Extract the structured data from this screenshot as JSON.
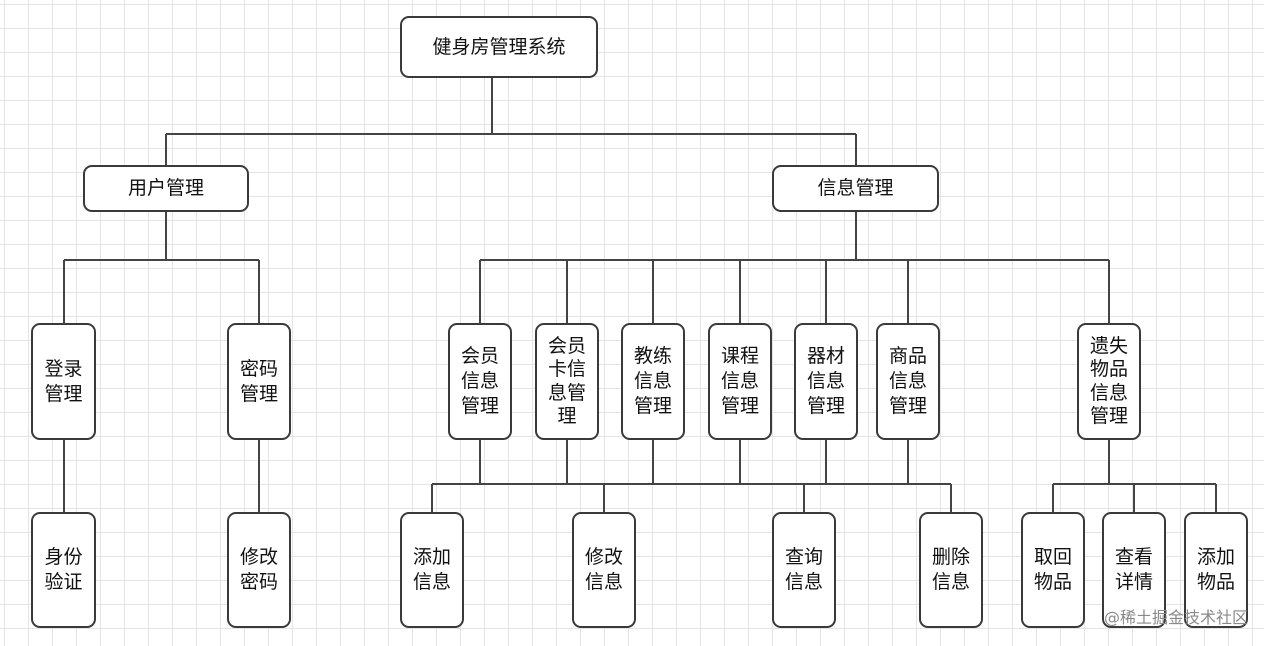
{
  "root": "健身房管理系统",
  "level1": {
    "user": "用户管理",
    "info": "信息管理"
  },
  "user_children": {
    "login": "登录管理",
    "password": "密码管理",
    "auth": "身份验证",
    "change_password": "修改密码"
  },
  "info_children": {
    "member": "会员信息管理",
    "card": "会员卡信息管理",
    "coach": "教练信息管理",
    "course": "课程信息管理",
    "equipment": "器材信息管理",
    "product": "商品信息管理",
    "lost": "遗失物品信息管理"
  },
  "info_ops": {
    "add": "添加信息",
    "edit": "修改信息",
    "query": "查询信息",
    "delete": "删除信息"
  },
  "lost_ops": {
    "retrieve": "取回物品",
    "details": "查看详情",
    "add_item": "添加物品"
  },
  "watermark": "@稀土掘金技术社区"
}
